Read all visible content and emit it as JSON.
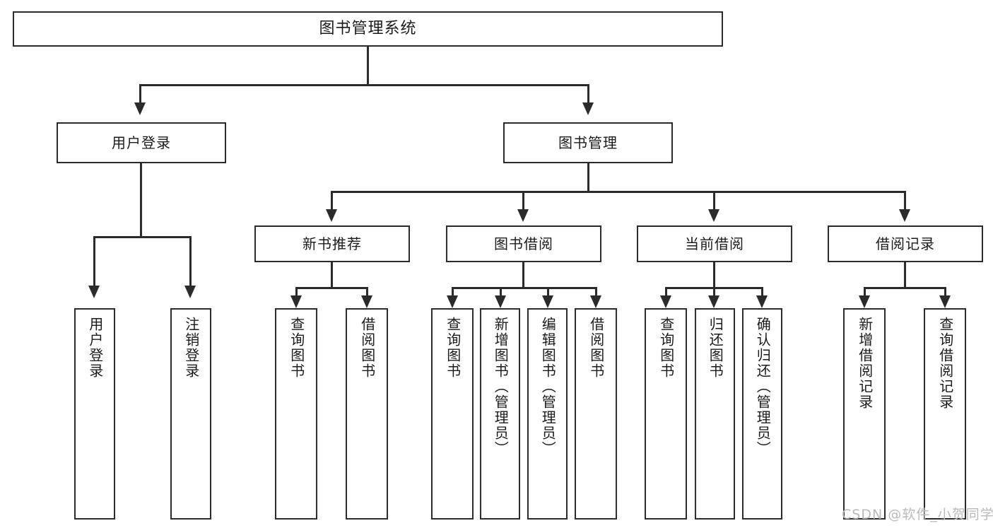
{
  "diagram": {
    "title": "图书管理系统",
    "type": "tree-hierarchy",
    "root": {
      "label": "图书管理系统"
    },
    "level1": [
      {
        "label": "用户登录"
      },
      {
        "label": "图书管理"
      }
    ],
    "level2": [
      {
        "label": "新书推荐"
      },
      {
        "label": "图书借阅"
      },
      {
        "label": "当前借阅"
      },
      {
        "label": "借阅记录"
      }
    ],
    "leaves": {
      "user_login": [
        {
          "label": "用户登录"
        },
        {
          "label": "注销登录"
        }
      ],
      "new_book_recommend": [
        {
          "label": "查询图书"
        },
        {
          "label": "借阅图书"
        }
      ],
      "book_borrow": [
        {
          "label": "查询图书"
        },
        {
          "label": "新增图书（管理员）"
        },
        {
          "label": "编辑图书（管理员）"
        },
        {
          "label": "借阅图书"
        }
      ],
      "current_borrow": [
        {
          "label": "查询图书"
        },
        {
          "label": "归还图书"
        },
        {
          "label": "确认归还（管理员）"
        }
      ],
      "borrow_record": [
        {
          "label": "新增借阅记录"
        },
        {
          "label": "查询借阅记录"
        }
      ]
    }
  },
  "watermark": {
    "text": "CSDN @软件_小贺同学"
  },
  "colors": {
    "stroke": "#2b2b2b",
    "fill": "#ffffff",
    "text": "#1b1b1b",
    "watermark": "#b9b9b9"
  }
}
